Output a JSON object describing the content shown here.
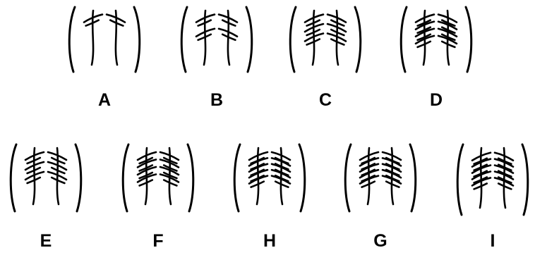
{
  "panels": [
    {
      "id": "A",
      "label": "A",
      "branches": 1
    },
    {
      "id": "B",
      "label": "B",
      "branches": 2
    },
    {
      "id": "C",
      "label": "C",
      "branches": 3
    },
    {
      "id": "D",
      "label": "D",
      "branches": 4
    },
    {
      "id": "E",
      "label": "E",
      "branches": 3
    },
    {
      "id": "F",
      "label": "F",
      "branches": 4
    },
    {
      "id": "H",
      "label": "H",
      "branches": 5
    },
    {
      "id": "G",
      "label": "G",
      "branches": 5
    },
    {
      "id": "I",
      "label": "I",
      "branches": 5
    }
  ]
}
